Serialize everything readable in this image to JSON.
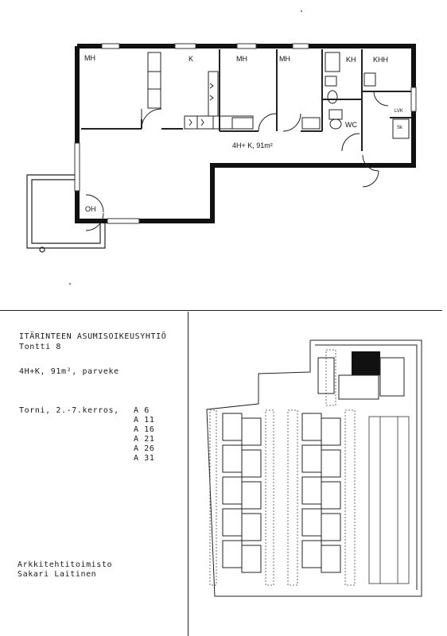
{
  "plan": {
    "rooms": {
      "mh1": "MH",
      "k": "K",
      "mh2": "MH",
      "mh3": "MH",
      "kh": "KH",
      "khh": "KHH",
      "wc": "WC",
      "lvk": "LVK",
      "sk": "Sk",
      "oh": "OH"
    },
    "area_label": "4H+ K, 91m²"
  },
  "info": {
    "company": "ITÄRINTEEN ASUMISOIKEUSYHTIÖ",
    "plot": "Tontti 8",
    "apartment_type": "4H+K, 91m², parveke",
    "building": "Torni, 2.-7.kerros,",
    "apartments": [
      "A 6",
      "A 11",
      "A 16",
      "A 21",
      "A 26",
      "A 31"
    ],
    "architect_line1": "Arkkitehtitoimisto",
    "architect_line2": "Sakari Laitinen"
  }
}
